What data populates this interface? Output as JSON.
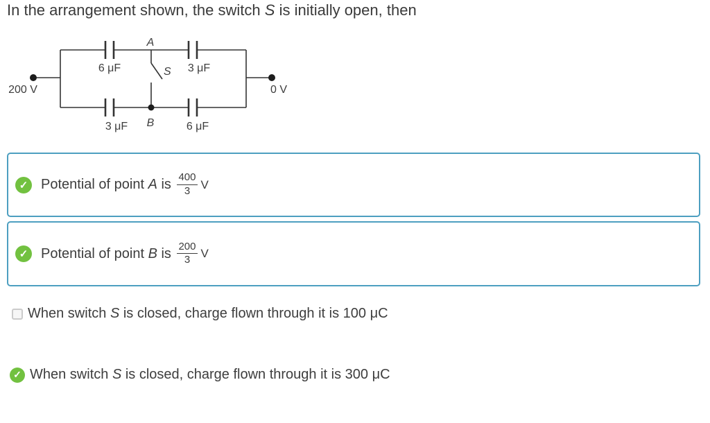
{
  "title": {
    "prefix": "In the arrangement shown, the switch ",
    "var": "S",
    "suffix": " is initially open, then"
  },
  "circuit": {
    "left_voltage": "200 V",
    "right_voltage": "0 V",
    "node_a": "A",
    "node_b": "B",
    "switch": "S",
    "cap_top_left": "6 μF",
    "cap_top_right": "3 μF",
    "cap_bottom_left": "3 μF",
    "cap_bottom_right": "6 μF"
  },
  "options": [
    {
      "prefix": "Potential of point ",
      "var": "A",
      "mid": " is ",
      "frac_num": "400",
      "frac_den": "3",
      "unit": "V",
      "state": "checked",
      "boxed": true
    },
    {
      "prefix": "Potential of point ",
      "var": "B",
      "mid": " is ",
      "frac_num": "200",
      "frac_den": "3",
      "unit": "V",
      "state": "checked",
      "boxed": true
    },
    {
      "prefix": "When switch ",
      "var": "S",
      "suffix": " is closed, charge flown through it is 100 μC",
      "state": "unchecked",
      "boxed": false
    },
    {
      "prefix": "When switch ",
      "var": "S",
      "suffix": " is closed, charge flown through it is 300 μC",
      "state": "checked",
      "boxed": false
    }
  ],
  "icons": {
    "check": "✓"
  },
  "colors": {
    "accent_border": "#4d9fc0",
    "check_green": "#72c140",
    "text": "#3d3d3d"
  }
}
